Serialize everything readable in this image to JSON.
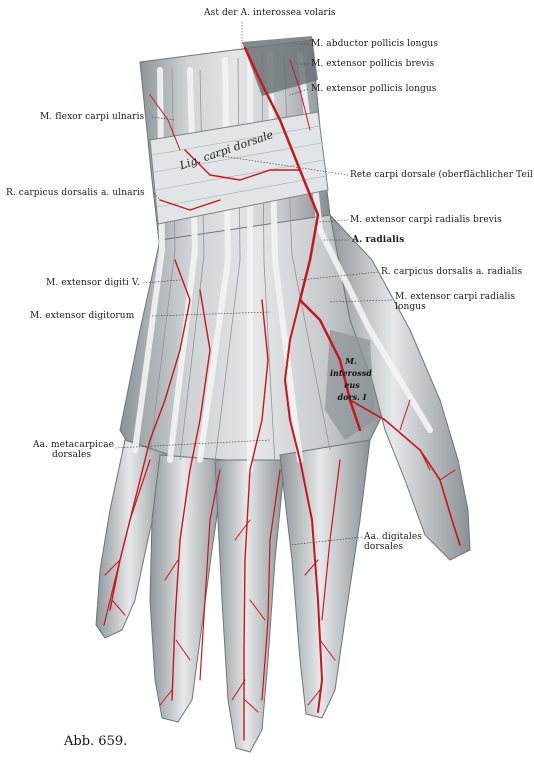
{
  "figure_caption": "Abb. 659.",
  "ligament_label": "Lig. carpi dorsale",
  "muscle_overlay": [
    "M.",
    "interossd",
    "eus",
    "dors. I"
  ],
  "labels": [
    {
      "id": "ast-interossea",
      "text": "Ast der A. interossea volaris"
    },
    {
      "id": "abductor-pollicis-longus",
      "text": "M. abductor pollicis longus"
    },
    {
      "id": "extensor-pollicis-brevis",
      "text": "M. extensor pollicis brevis"
    },
    {
      "id": "extensor-pollicis-longus",
      "text": "M. extensor pollicis longus"
    },
    {
      "id": "flexor-carpi-ulnaris",
      "text": "M. flexor carpi ulnaris"
    },
    {
      "id": "rete-carpi-dorsale",
      "text": "Rete carpi dorsale (oberflächlicher Teil)"
    },
    {
      "id": "r-carpicus-ulnaris",
      "text": "R. carpicus dorsalis a. ulnaris"
    },
    {
      "id": "extensor-carpi-radialis-brevis",
      "text": "M. extensor carpi radialis brevis"
    },
    {
      "id": "a-radialis",
      "text": "A. radialis"
    },
    {
      "id": "extensor-digiti-v",
      "text": "M. extensor digiti V."
    },
    {
      "id": "r-carpicus-radialis",
      "text": "R. carpicus dorsalis a. radialis"
    },
    {
      "id": "extensor-carpi-radialis-longus",
      "text": "M. extensor carpi radialis"
    },
    {
      "id": "extensor-carpi-radialis-longus-2",
      "text": "longus"
    },
    {
      "id": "extensor-digitorum",
      "text": "M. extensor digitorum"
    },
    {
      "id": "aa-metacarpicae",
      "text": "Aa. metacarpicae"
    },
    {
      "id": "aa-metacarpicae-2",
      "text": "dorsales"
    },
    {
      "id": "aa-digitales",
      "text": "Aa. digitales"
    },
    {
      "id": "aa-digitales-2",
      "text": "dorsales"
    }
  ],
  "colors": {
    "skin": "#d9dcde",
    "skin_shadow": "#9ea4a8",
    "tendon": "#eef0f1",
    "artery": "#c8161b",
    "leader": "#333333"
  }
}
